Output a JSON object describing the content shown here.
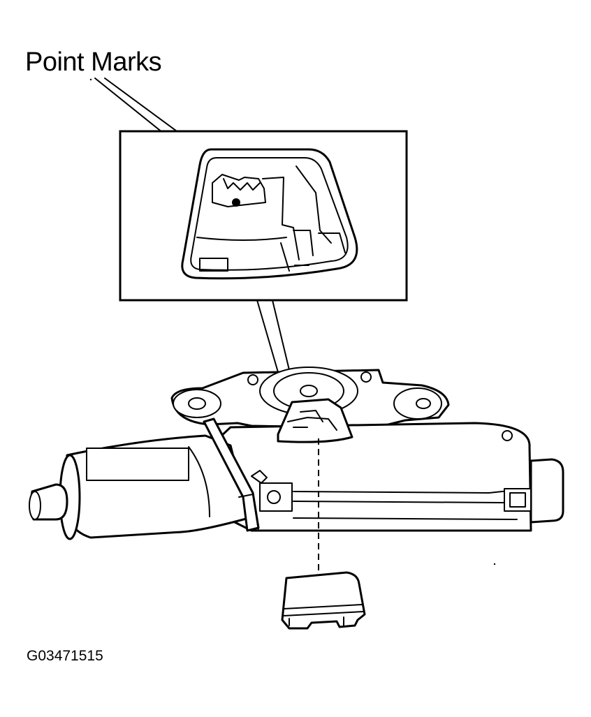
{
  "diagram": {
    "callout_label": "Point Marks",
    "figure_id": "G03471515",
    "parts": {
      "detail_view": "point marks on gear detail",
      "motor_assembly": "window regulator motor assembly",
      "removed_cover": "connector cover"
    }
  }
}
